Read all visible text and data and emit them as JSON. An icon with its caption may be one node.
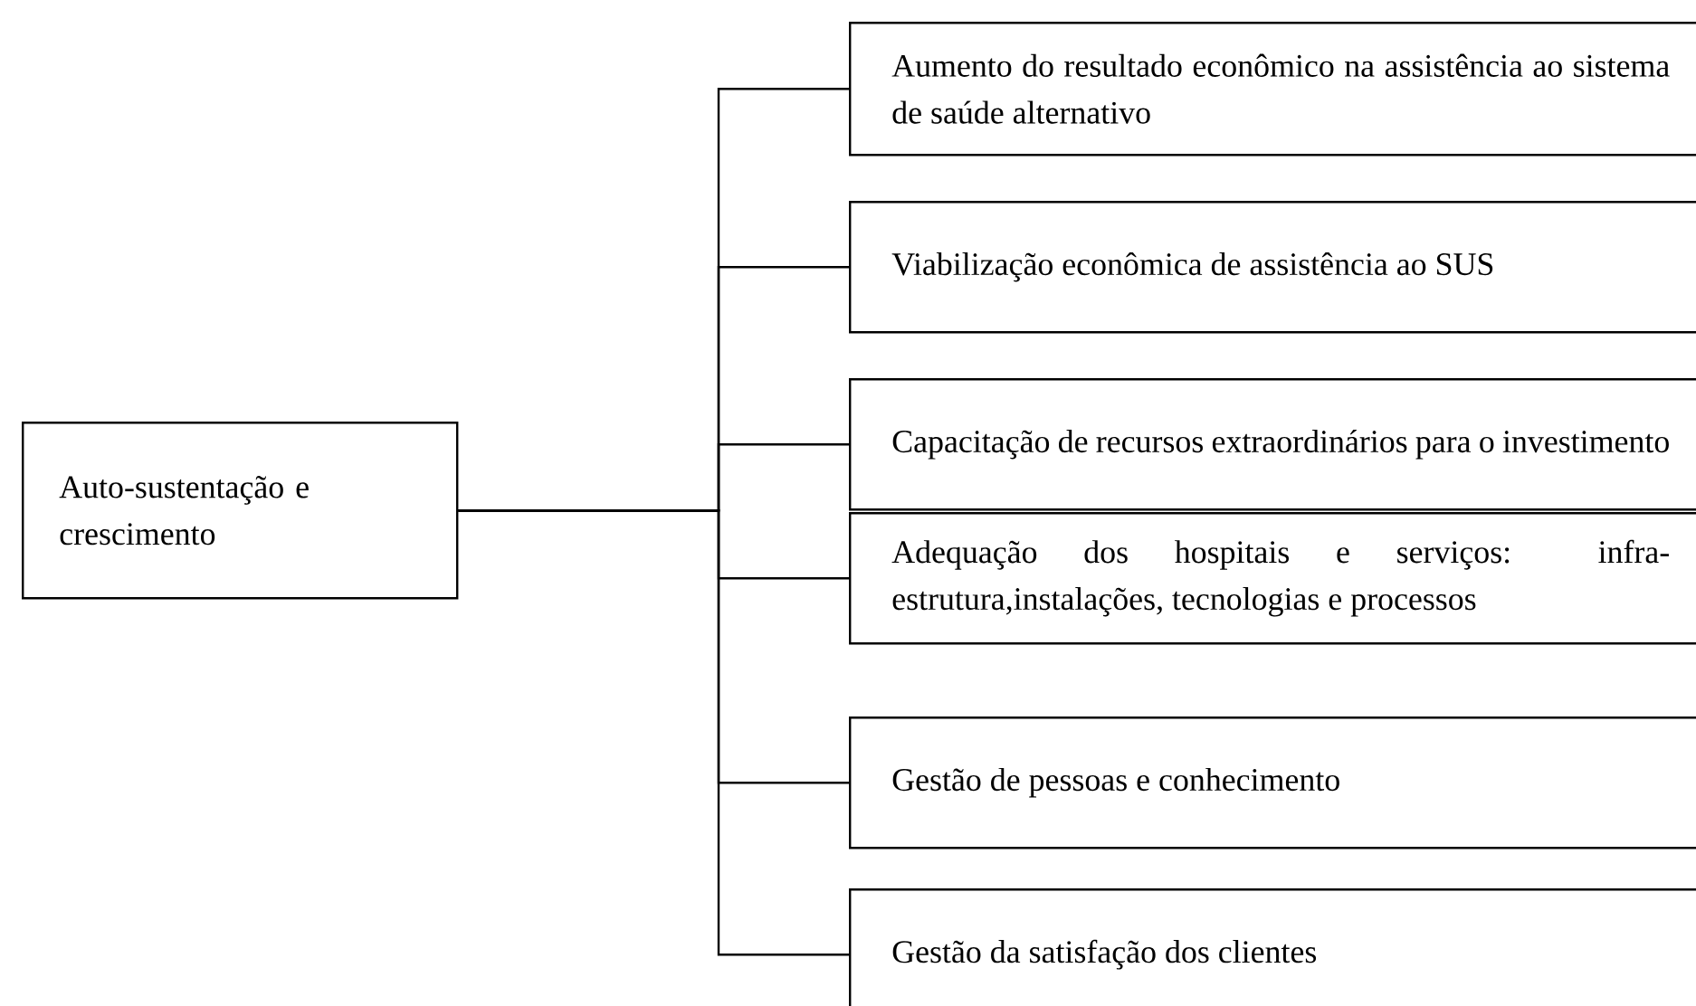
{
  "diagram": {
    "nodes": [
      {
        "text": [
          "Auto-sustentação e crescimento"
        ]
      },
      {
        "text": [
          "Aumento do resultado econômico na assistência ao sistema de saúde alternativo"
        ]
      },
      {
        "text": [
          "Viabilização econômica de assistência ao SUS"
        ]
      },
      {
        "text": [
          "Capacitação de recursos extraordinários para o investimento"
        ]
      },
      {
        "text": [
          "Adequação dos hospitais e serviços: infra-estrutura,instalações, tecnologias e processos"
        ]
      },
      {
        "text": [
          "Gestão de pessoas e conhecimento"
        ]
      },
      {
        "text": [
          "Gestão da satisfação dos clientes"
        ]
      }
    ],
    "edges": [
      {
        "from": 0,
        "to": 1,
        "arrow": "none"
      },
      {
        "from": 0,
        "to": 2,
        "arrow": "none"
      },
      {
        "from": 0,
        "to": 3,
        "arrow": "none"
      },
      {
        "from": 0,
        "to": 4,
        "arrow": "none"
      },
      {
        "from": 0,
        "to": 5,
        "arrow": "none"
      },
      {
        "from": 0,
        "to": 6,
        "arrow": "none"
      }
    ]
  }
}
